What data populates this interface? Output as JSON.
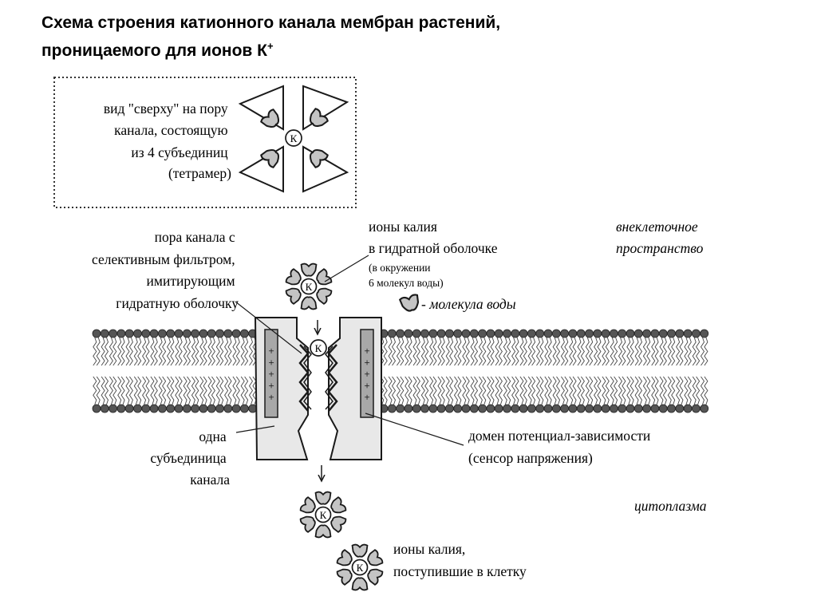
{
  "title": {
    "line1": "Схема строения катионного канала мембран растений,",
    "line2": "проницаемого для ионов К",
    "line2_sup": "+"
  },
  "inset": {
    "lines": [
      "вид \"сверху\" на пору",
      "канала, состоящую",
      "из 4 субъединиц",
      "(тетрамер)"
    ]
  },
  "ion_symbol": "К",
  "charge_symbol": "+",
  "labels": {
    "pore": [
      "пора канала с",
      "селективным фильтром,",
      "имитирующим",
      "гидратную оболочку"
    ],
    "hydrated_ions": [
      "ионы калия",
      "в гидратной оболочке"
    ],
    "hydrated_ions_note": [
      "(в окружении",
      "6 молекул воды)"
    ],
    "water_molecule": "- молекула воды",
    "extracellular": [
      "внеклеточное",
      "пространство"
    ],
    "subunit": [
      "одна",
      "субъединица",
      "канала"
    ],
    "voltage_domain": [
      "домен потенциал-зависимости",
      "(сенсор напряжения)"
    ],
    "cytoplasm": "цитоплазма",
    "entered_ions": [
      "ионы калия,",
      "поступившие в клетку"
    ]
  },
  "colors": {
    "ink": "#1a1a1a",
    "channel_fill": "#e8e8e8",
    "sensor_fill": "#a8a8a8",
    "water_fill": "#c4c4c4",
    "lipid_head": "#555555",
    "inset_border": "#333333"
  }
}
